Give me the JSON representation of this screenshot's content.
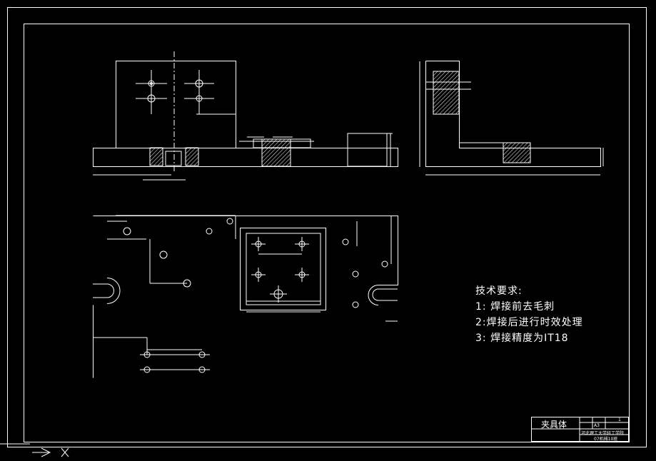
{
  "drawing": {
    "tech_requirements": {
      "heading": "技术要求:",
      "items": [
        "1: 焊接前去毛刺",
        "2:焊接后进行时效处理",
        "3: 焊接精度为IT18"
      ]
    },
    "title_block": {
      "part_name": "夹具体",
      "school_line": "河北理工大学轻工学院",
      "class_line": "07机械10班",
      "sheet_size": "A3",
      "sheet_number": "1"
    }
  },
  "colors": {
    "background": "#000000",
    "lines": "#ffffff",
    "text": "#ffffff"
  },
  "icons": [
    "ucs-axis-icon"
  ]
}
